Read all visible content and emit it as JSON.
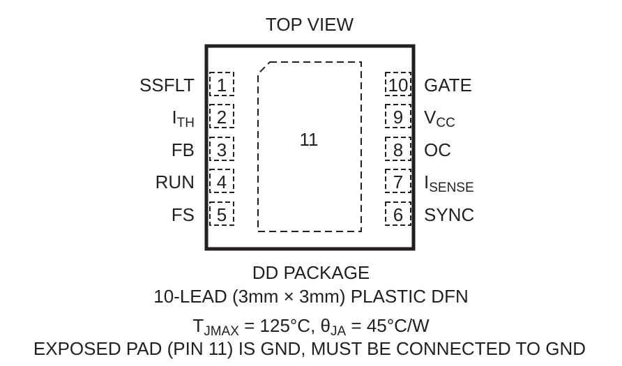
{
  "title": "TOP VIEW",
  "exposed_pad_number": "11",
  "left_pins": [
    {
      "number": "1",
      "name": "SSFLT",
      "sub": ""
    },
    {
      "number": "2",
      "name": "I",
      "sub": "TH"
    },
    {
      "number": "3",
      "name": "FB",
      "sub": ""
    },
    {
      "number": "4",
      "name": "RUN",
      "sub": ""
    },
    {
      "number": "5",
      "name": "FS",
      "sub": ""
    }
  ],
  "right_pins": [
    {
      "number": "10",
      "name": "GATE",
      "sub": ""
    },
    {
      "number": "9",
      "name": "V",
      "sub": "CC"
    },
    {
      "number": "8",
      "name": "OC",
      "sub": ""
    },
    {
      "number": "7",
      "name": "I",
      "sub": "SENSE"
    },
    {
      "number": "6",
      "name": "SYNC",
      "sub": ""
    }
  ],
  "package": {
    "name": "DD PACKAGE",
    "description": "10-LEAD (3mm × 3mm) PLASTIC DFN"
  },
  "thermal": {
    "t_symbol": "T",
    "t_sub": "JMAX",
    "t_value": " = 125°C, ",
    "theta_symbol": "θ",
    "theta_sub": "JA",
    "theta_value": " = 45°C/W"
  },
  "note": "EXPOSED PAD (PIN 11) IS GND, MUST BE CONNECTED TO GND"
}
